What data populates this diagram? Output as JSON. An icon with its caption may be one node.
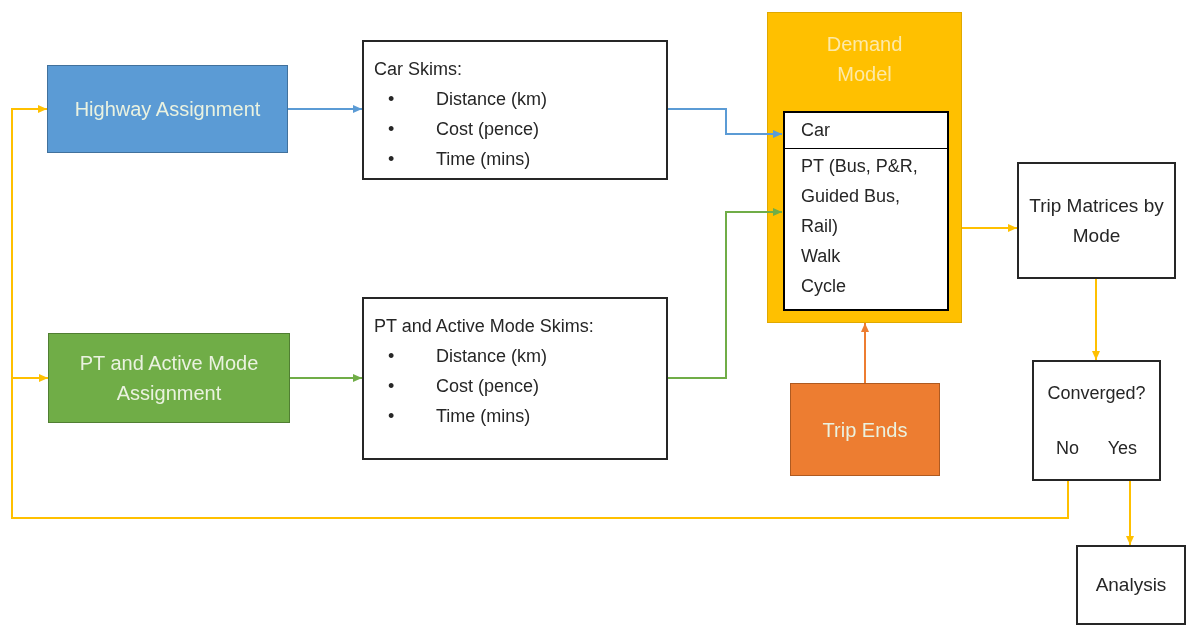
{
  "diagram": {
    "nodes": [
      {
        "text": [
          "Highway Assignment"
        ]
      },
      {
        "text": [
          "Car Skims:",
          "•",
          "Distance (km)",
          "•",
          "Cost (pence)",
          "•",
          "Time (mins)"
        ]
      },
      {
        "text": [
          "PT and Active Mode Assignment"
        ]
      },
      {
        "text": [
          "PT and Active Mode Skims:",
          "•",
          "Distance (km)",
          "•",
          "Cost (pence)",
          "•",
          "Time (mins)"
        ]
      },
      {
        "text": [
          "Demand Model"
        ]
      },
      {
        "text": [
          "Car"
        ],
        "in": 4
      },
      {
        "text": [
          "PT (Bus, P&R, Guided Bus, Rail)",
          "Walk",
          "Cycle"
        ],
        "in": 4
      },
      {
        "text": [
          "Trip Ends"
        ]
      },
      {
        "text": [
          "Trip Matrices by Mode"
        ]
      },
      {
        "text": [
          "Converged?",
          "No",
          "Yes"
        ]
      },
      {
        "text": [
          "Analysis"
        ]
      }
    ],
    "edges": [
      {
        "from": 0,
        "to": 1,
        "arrow": "to",
        "color": "#5b9bd5"
      },
      {
        "from": 2,
        "to": 3,
        "arrow": "to",
        "color": "#70ad47"
      },
      {
        "from": 1,
        "to": 5,
        "arrow": "to",
        "color": "#5b9bd5"
      },
      {
        "from": 3,
        "to": 6,
        "arrow": "to",
        "color": "#70ad47"
      },
      {
        "from": 7,
        "to": 4,
        "arrow": "to",
        "color": "#ed7d31"
      },
      {
        "from": 4,
        "to": 8,
        "arrow": "to"
      },
      {
        "from": 8,
        "to": 9,
        "arrow": "to"
      },
      {
        "from": 9,
        "to": 10,
        "arrow": "to"
      },
      {
        "from": 9,
        "to": 0,
        "arrow": "to"
      },
      {
        "from": 9,
        "to": 2,
        "arrow": "to"
      }
    ]
  }
}
